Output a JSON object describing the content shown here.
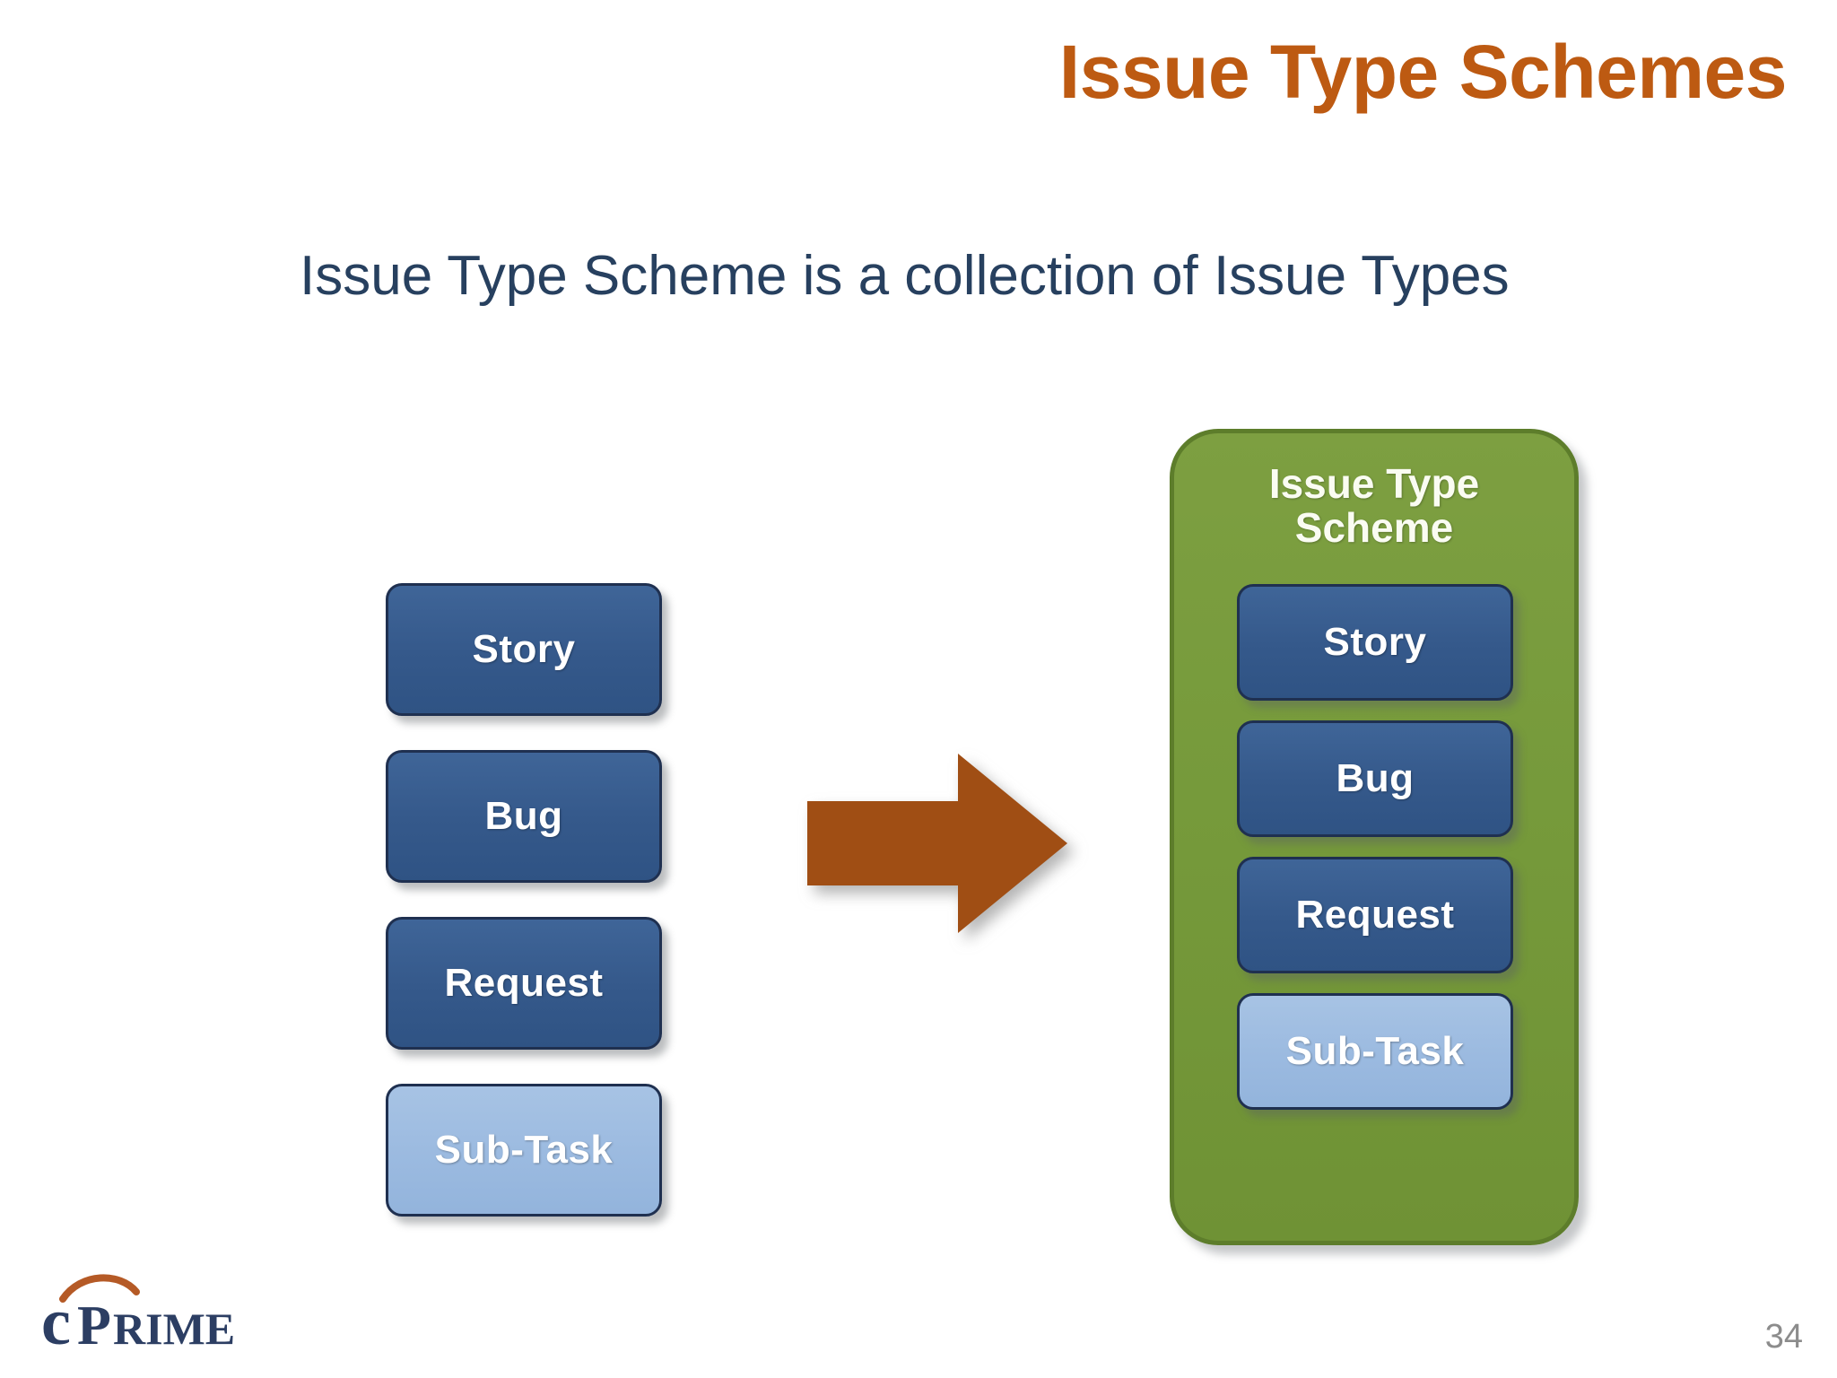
{
  "slide": {
    "title": "Issue Type Schemes",
    "subtitle": "Issue Type Scheme is a collection of Issue Types",
    "page_number": "34",
    "colors": {
      "title_orange": "#BD5A12",
      "subtitle_navy": "#27405F",
      "box_blue": "#35598B",
      "box_light_blue": "#9BBAE0",
      "box_border": "#1F3050",
      "scheme_green": "#769A3B",
      "scheme_green_border": "#5D7D2B",
      "arrow_rust": "#A04E14",
      "page_number_gray": "#8C8C8C"
    }
  },
  "left_column": {
    "items": [
      {
        "label": "Story",
        "style": "dark"
      },
      {
        "label": "Bug",
        "style": "dark"
      },
      {
        "label": "Request",
        "style": "dark"
      },
      {
        "label": "Sub-Task",
        "style": "light"
      }
    ]
  },
  "arrow": {
    "icon": "right-arrow-icon",
    "direction": "right"
  },
  "scheme": {
    "title_line1": "Issue Type",
    "title_line2": "Scheme",
    "items": [
      {
        "label": "Story",
        "style": "dark"
      },
      {
        "label": "Bug",
        "style": "dark"
      },
      {
        "label": "Request",
        "style": "dark"
      },
      {
        "label": "Sub-Task",
        "style": "light"
      }
    ]
  },
  "logo": {
    "text_c": "c",
    "text_prime": "PRIME",
    "full": "cPRIME",
    "icon": "cprime-logo-icon"
  }
}
